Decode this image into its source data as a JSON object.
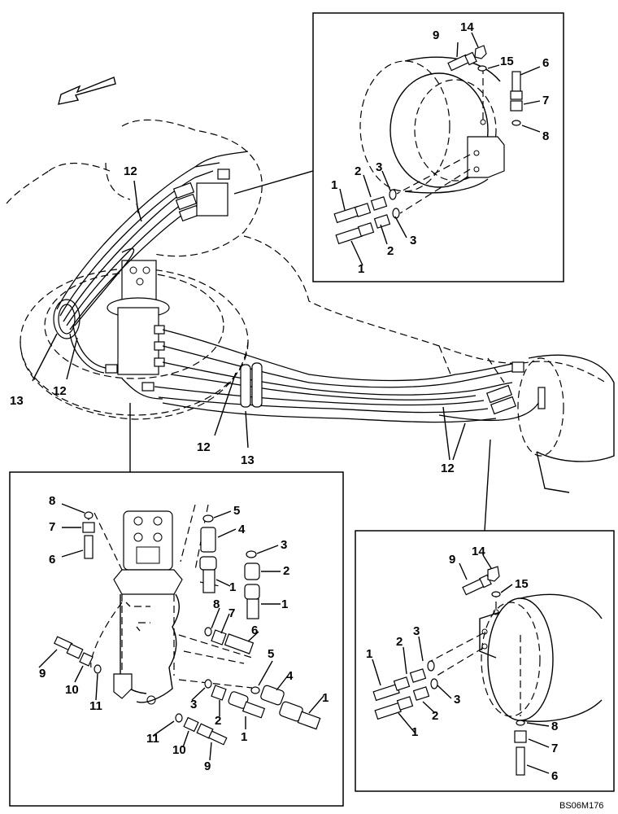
{
  "drawing_code": "BS06M176",
  "callouts": {
    "top_right": {
      "n9": "9",
      "n14": "14",
      "n15": "15",
      "n6": "6",
      "n7": "7",
      "n8": "8",
      "n1a": "1",
      "n2a": "2",
      "n3a": "3",
      "n3b": "3",
      "n2b": "2",
      "n1b": "1"
    },
    "main": {
      "n12a": "12",
      "n12b": "12",
      "n13a": "13",
      "n12c": "12",
      "n13b": "13",
      "n12d": "12"
    },
    "bottom_left": {
      "n8a": "8",
      "n7a": "7",
      "n6a": "6",
      "n5a": "5",
      "n4a": "4",
      "n3a": "3",
      "n2a": "2",
      "n1a": "1",
      "n1b": "1",
      "n8b": "8",
      "n7b": "7",
      "n6b": "6",
      "n5b": "5",
      "n4b": "4",
      "n1c": "1",
      "n9a": "9",
      "n10a": "10",
      "n11a": "11",
      "n3b": "3",
      "n2b": "2",
      "n1d": "1",
      "n11b": "11",
      "n10b": "10",
      "n9b": "9"
    },
    "bottom_right": {
      "n14": "14",
      "n9": "9",
      "n15": "15",
      "n3a": "3",
      "n2a": "2",
      "n1a": "1",
      "n3b": "3",
      "n2b": "2",
      "n1b": "1",
      "n8": "8",
      "n7": "7",
      "n6": "6"
    }
  }
}
